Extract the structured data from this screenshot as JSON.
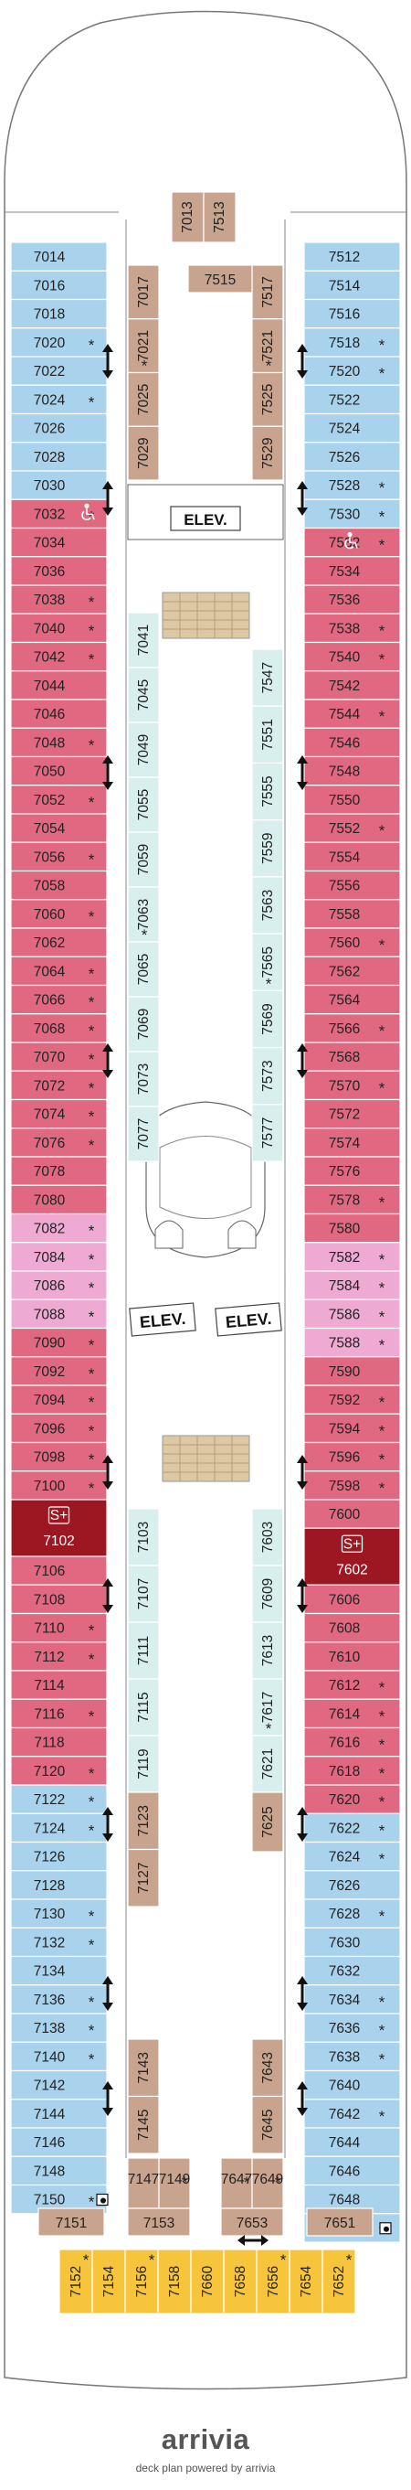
{
  "elevator_label": "ELEV.",
  "suite_badge": "S+",
  "colors": {
    "blue": "#a9d2ec",
    "red": "#e06880",
    "pink": "#eeaad3",
    "dark_red": "#9c1722",
    "tan": "#c8a48f",
    "aqua": "#d9efee",
    "gold": "#f7c53b"
  },
  "icons": {
    "accessible": "wheelchair-icon",
    "connecting": "double-arrow-icon",
    "extra": "square-dot-icon"
  },
  "left_cabins": [
    {
      "n": "7014",
      "c": "blue"
    },
    {
      "n": "7016",
      "c": "blue"
    },
    {
      "n": "7018",
      "c": "blue"
    },
    {
      "n": "7020",
      "c": "blue",
      "s": 1
    },
    {
      "n": "7022",
      "c": "blue"
    },
    {
      "n": "7024",
      "c": "blue",
      "s": 1
    },
    {
      "n": "7026",
      "c": "blue"
    },
    {
      "n": "7028",
      "c": "blue"
    },
    {
      "n": "7030",
      "c": "blue"
    },
    {
      "n": "7032",
      "c": "red",
      "s": 1,
      "acc": 1
    },
    {
      "n": "7034",
      "c": "red"
    },
    {
      "n": "7036",
      "c": "red"
    },
    {
      "n": "7038",
      "c": "red",
      "s": 1
    },
    {
      "n": "7040",
      "c": "red",
      "s": 1
    },
    {
      "n": "7042",
      "c": "red",
      "s": 1
    },
    {
      "n": "7044",
      "c": "red"
    },
    {
      "n": "7046",
      "c": "red"
    },
    {
      "n": "7048",
      "c": "red",
      "s": 1
    },
    {
      "n": "7050",
      "c": "red"
    },
    {
      "n": "7052",
      "c": "red",
      "s": 1
    },
    {
      "n": "7054",
      "c": "red"
    },
    {
      "n": "7056",
      "c": "red",
      "s": 1
    },
    {
      "n": "7058",
      "c": "red"
    },
    {
      "n": "7060",
      "c": "red",
      "s": 1
    },
    {
      "n": "7062",
      "c": "red"
    },
    {
      "n": "7064",
      "c": "red",
      "s": 1
    },
    {
      "n": "7066",
      "c": "red",
      "s": 1
    },
    {
      "n": "7068",
      "c": "red",
      "s": 1
    },
    {
      "n": "7070",
      "c": "red",
      "s": 1
    },
    {
      "n": "7072",
      "c": "red",
      "s": 1
    },
    {
      "n": "7074",
      "c": "red",
      "s": 1
    },
    {
      "n": "7076",
      "c": "red",
      "s": 1
    },
    {
      "n": "7078",
      "c": "red"
    },
    {
      "n": "7080",
      "c": "red"
    },
    {
      "n": "7082",
      "c": "pink",
      "s": 1
    },
    {
      "n": "7084",
      "c": "pink",
      "s": 1
    },
    {
      "n": "7086",
      "c": "pink",
      "s": 1
    },
    {
      "n": "7088",
      "c": "pink",
      "s": 1
    },
    {
      "n": "7090",
      "c": "red",
      "s": 1
    },
    {
      "n": "7092",
      "c": "red",
      "s": 1
    },
    {
      "n": "7094",
      "c": "red",
      "s": 1
    },
    {
      "n": "7096",
      "c": "red",
      "s": 1
    },
    {
      "n": "7098",
      "c": "red",
      "s": 1
    },
    {
      "n": "7100",
      "c": "red",
      "s": 1
    },
    {
      "n": "7102",
      "c": "dark",
      "big": 1
    },
    {
      "n": "7106",
      "c": "red"
    },
    {
      "n": "7108",
      "c": "red"
    },
    {
      "n": "7110",
      "c": "red",
      "s": 1
    },
    {
      "n": "7112",
      "c": "red",
      "s": 1
    },
    {
      "n": "7114",
      "c": "red"
    },
    {
      "n": "7116",
      "c": "red",
      "s": 1
    },
    {
      "n": "7118",
      "c": "red"
    },
    {
      "n": "7120",
      "c": "red",
      "s": 1
    },
    {
      "n": "7122",
      "c": "blue",
      "s": 1
    },
    {
      "n": "7124",
      "c": "blue",
      "s": 1
    },
    {
      "n": "7126",
      "c": "blue"
    },
    {
      "n": "7128",
      "c": "blue"
    },
    {
      "n": "7130",
      "c": "blue",
      "s": 1
    },
    {
      "n": "7132",
      "c": "blue",
      "s": 1
    },
    {
      "n": "7134",
      "c": "blue"
    },
    {
      "n": "7136",
      "c": "blue",
      "s": 1
    },
    {
      "n": "7138",
      "c": "blue",
      "s": 1
    },
    {
      "n": "7140",
      "c": "blue",
      "s": 1
    },
    {
      "n": "7142",
      "c": "blue"
    },
    {
      "n": "7144",
      "c": "blue"
    },
    {
      "n": "7146",
      "c": "blue"
    },
    {
      "n": "7148",
      "c": "blue"
    },
    {
      "n": "7150",
      "c": "blue",
      "s": 1,
      "ext": 1
    }
  ],
  "right_cabins": [
    {
      "n": "7512",
      "c": "blue"
    },
    {
      "n": "7514",
      "c": "blue"
    },
    {
      "n": "7516",
      "c": "blue"
    },
    {
      "n": "7518",
      "c": "blue",
      "s": 1
    },
    {
      "n": "7520",
      "c": "blue",
      "s": 1
    },
    {
      "n": "7522",
      "c": "blue"
    },
    {
      "n": "7524",
      "c": "blue"
    },
    {
      "n": "7526",
      "c": "blue"
    },
    {
      "n": "7528",
      "c": "blue",
      "s": 1
    },
    {
      "n": "7530",
      "c": "blue",
      "s": 1
    },
    {
      "n": "7532",
      "c": "red",
      "s": 1,
      "acc": 1
    },
    {
      "n": "7534",
      "c": "red"
    },
    {
      "n": "7536",
      "c": "red"
    },
    {
      "n": "7538",
      "c": "red",
      "s": 1
    },
    {
      "n": "7540",
      "c": "red",
      "s": 1
    },
    {
      "n": "7542",
      "c": "red"
    },
    {
      "n": "7544",
      "c": "red",
      "s": 1
    },
    {
      "n": "7546",
      "c": "red"
    },
    {
      "n": "7548",
      "c": "red"
    },
    {
      "n": "7550",
      "c": "red"
    },
    {
      "n": "7552",
      "c": "red",
      "s": 1
    },
    {
      "n": "7554",
      "c": "red"
    },
    {
      "n": "7556",
      "c": "red"
    },
    {
      "n": "7558",
      "c": "red"
    },
    {
      "n": "7560",
      "c": "red",
      "s": 1
    },
    {
      "n": "7562",
      "c": "red"
    },
    {
      "n": "7564",
      "c": "red"
    },
    {
      "n": "7566",
      "c": "red",
      "s": 1
    },
    {
      "n": "7568",
      "c": "red"
    },
    {
      "n": "7570",
      "c": "red",
      "s": 1
    },
    {
      "n": "7572",
      "c": "red"
    },
    {
      "n": "7574",
      "c": "red"
    },
    {
      "n": "7576",
      "c": "red"
    },
    {
      "n": "7578",
      "c": "red",
      "s": 1
    },
    {
      "n": "7580",
      "c": "red"
    },
    {
      "n": "7582",
      "c": "pink",
      "s": 1
    },
    {
      "n": "7584",
      "c": "pink",
      "s": 1
    },
    {
      "n": "7586",
      "c": "pink",
      "s": 1
    },
    {
      "n": "7588",
      "c": "pink",
      "s": 1
    },
    {
      "n": "7590",
      "c": "red"
    },
    {
      "n": "7592",
      "c": "red",
      "s": 1
    },
    {
      "n": "7594",
      "c": "red",
      "s": 1
    },
    {
      "n": "7596",
      "c": "red",
      "s": 1
    },
    {
      "n": "7598",
      "c": "red",
      "s": 1
    },
    {
      "n": "7600",
      "c": "red"
    },
    {
      "n": "7602",
      "c": "dark",
      "big": 1
    },
    {
      "n": "7606",
      "c": "red"
    },
    {
      "n": "7608",
      "c": "red"
    },
    {
      "n": "7610",
      "c": "red"
    },
    {
      "n": "7612",
      "c": "red",
      "s": 1
    },
    {
      "n": "7614",
      "c": "red",
      "s": 1
    },
    {
      "n": "7616",
      "c": "red",
      "s": 1
    },
    {
      "n": "7618",
      "c": "red",
      "s": 1
    },
    {
      "n": "7620",
      "c": "red",
      "s": 1
    },
    {
      "n": "7622",
      "c": "blue",
      "s": 1
    },
    {
      "n": "7624",
      "c": "blue",
      "s": 1
    },
    {
      "n": "7626",
      "c": "blue"
    },
    {
      "n": "7628",
      "c": "blue",
      "s": 1
    },
    {
      "n": "7630",
      "c": "blue"
    },
    {
      "n": "7632",
      "c": "blue"
    },
    {
      "n": "7634",
      "c": "blue",
      "s": 1
    },
    {
      "n": "7636",
      "c": "blue",
      "s": 1
    },
    {
      "n": "7638",
      "c": "blue",
      "s": 1
    },
    {
      "n": "7640",
      "c": "blue"
    },
    {
      "n": "7642",
      "c": "blue",
      "s": 1
    },
    {
      "n": "7644",
      "c": "blue"
    },
    {
      "n": "7646",
      "c": "blue"
    },
    {
      "n": "7648",
      "c": "blue"
    },
    {
      "n": "7650",
      "c": "blue",
      "s": 1,
      "ext": 1
    }
  ],
  "left_inner_top": [
    "7017",
    "7021",
    "7025",
    "7029"
  ],
  "left_inner_top_stars": [
    "7021"
  ],
  "right_inner_top": [
    "7517",
    "7521",
    "7525",
    "7529"
  ],
  "right_inner_top_stars": [
    "7521"
  ],
  "top_center": [
    "7013",
    "7513"
  ],
  "top_cross": "7515",
  "left_inner_mid1": [
    "7041",
    "7045",
    "7049",
    "7055",
    "7059",
    "7063",
    "7065",
    "7069",
    "7073",
    "7077"
  ],
  "left_inner_mid1_stars": [
    "7063"
  ],
  "right_inner_mid1": [
    "7547",
    "7551",
    "7555",
    "7559",
    "7563",
    "7565",
    "7569",
    "7573",
    "7577"
  ],
  "right_inner_mid1_stars": [
    "7565"
  ],
  "left_inner_mid2": [
    "7103",
    "7107",
    "7111",
    "7115",
    "7119"
  ],
  "left_inner_mid2_tan": [
    "7123",
    "7127"
  ],
  "right_inner_mid2": [
    "7603",
    "7609",
    "7613",
    "7617",
    "7621"
  ],
  "right_inner_mid2_stars": [
    "7617"
  ],
  "right_inner_mid2_tan": [
    "7625"
  ],
  "left_inner_bottom": [
    "7143",
    "7145"
  ],
  "right_inner_bottom": [
    "7643",
    "7645"
  ],
  "bottom_tan": [
    {
      "n": "7147",
      "s": 0
    },
    {
      "n": "7149",
      "s": 1
    },
    {
      "n": "7153",
      "s": 0
    },
    {
      "n": "7647",
      "s": 1
    },
    {
      "n": "7649",
      "s": 1
    },
    {
      "n": "7653",
      "s": 0
    },
    {
      "n": "7151",
      "s": 0
    },
    {
      "n": "7651",
      "s": 0
    }
  ],
  "stern": [
    {
      "n": "7152",
      "s": 1
    },
    {
      "n": "7154",
      "s": 0
    },
    {
      "n": "7156",
      "s": 1
    },
    {
      "n": "7158",
      "s": 0
    },
    {
      "n": "7660",
      "s": 0
    },
    {
      "n": "7658",
      "s": 0
    },
    {
      "n": "7656",
      "s": 1
    },
    {
      "n": "7654",
      "s": 0
    },
    {
      "n": "7652",
      "s": 1
    }
  ],
  "footer": {
    "brand": "arrivia",
    "tagline": "deck plan powered by arrivia"
  }
}
